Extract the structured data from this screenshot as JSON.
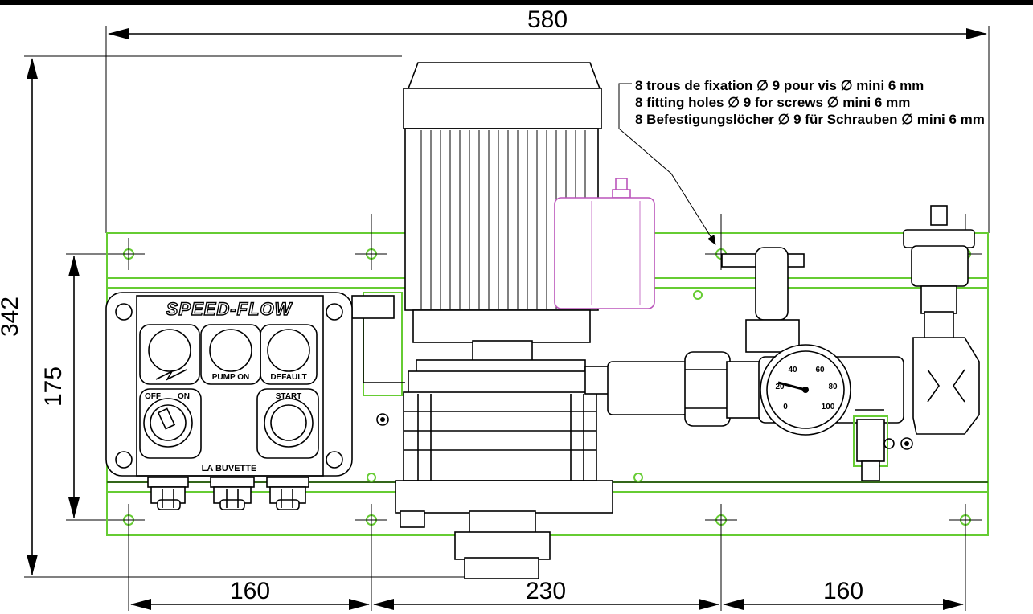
{
  "dimensions": {
    "overall_width": "580",
    "overall_height": "342",
    "hole_spacing_vertical": "175",
    "hole_spacing_left": "160",
    "hole_spacing_middle": "230",
    "hole_spacing_right": "160"
  },
  "note": {
    "line_fr": "8 trous de fixation ∅ 9 pour vis ∅ mini 6 mm",
    "line_en": "8 fitting holes ∅ 9 for screws ∅ mini 6 mm",
    "line_de": "8 Befestigungslöcher ∅ 9 für Schrauben ∅ mini 6 mm"
  },
  "control_panel": {
    "brand": "SPEED-FLOW",
    "pump_on_label": "PUMP  ON",
    "default_label": "DEFAULT",
    "off_label": "OFF",
    "on_label": "ON",
    "start_label": "START",
    "maker_label": "LA BUVETTE"
  },
  "gauge": {
    "tick_labels": [
      "0",
      "20",
      "40",
      "60",
      "80",
      "100"
    ]
  },
  "colors": {
    "baseplate": "#66cc33",
    "tank": "#bb55bb",
    "lines": "#000000"
  }
}
